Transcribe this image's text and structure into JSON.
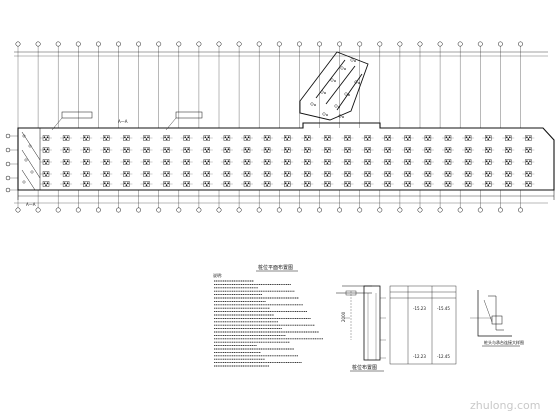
{
  "plan": {
    "title": "桩位平面布置图",
    "notes_title": "说明:",
    "callout_left": "",
    "callout_mid": "",
    "section_mark": "A—A"
  },
  "detail": {
    "title": "桩位布置图",
    "table_headers": [
      "",
      "",
      "",
      ""
    ],
    "table_values": [
      "-15.23",
      "-15.45",
      "-12.23",
      "-12.45"
    ]
  },
  "node": {
    "title": "桩头与承台连接大样图"
  },
  "watermark": "zhulong.com",
  "colors": {
    "line": "#111111",
    "watermark": "#c9c9c9"
  }
}
